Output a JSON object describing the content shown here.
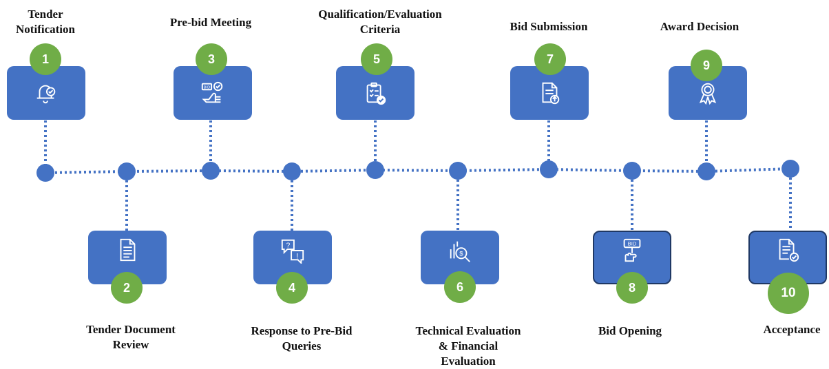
{
  "steps": [
    {
      "number": "1",
      "label": "Tender\nNotification",
      "icon": "bell-check-icon"
    },
    {
      "number": "2",
      "label": "Tender Document\nReview",
      "icon": "document-icon"
    },
    {
      "number": "3",
      "label": "Pre-bid Meeting",
      "icon": "bid-hand-icon"
    },
    {
      "number": "4",
      "label": "Response to Pre-Bid\nQueries",
      "icon": "question-exclamation-icon"
    },
    {
      "number": "5",
      "label": "Qualification/Evaluation\nCriteria",
      "icon": "clipboard-check-icon"
    },
    {
      "number": "6",
      "label": "Technical Evaluation\n& Financial\nEvaluation",
      "icon": "chart-dollar-search-icon"
    },
    {
      "number": "7",
      "label": "Bid Submission",
      "icon": "file-upload-icon"
    },
    {
      "number": "8",
      "label": "Bid Opening",
      "icon": "bid-sign-icon"
    },
    {
      "number": "9",
      "label": "Award Decision",
      "icon": "award-ribbon-icon"
    },
    {
      "number": "10",
      "label": "Acceptance",
      "icon": "document-approved-icon"
    }
  ],
  "colors": {
    "box": "#4472c4",
    "badge": "#70ad47",
    "connector": "#4472c4"
  }
}
